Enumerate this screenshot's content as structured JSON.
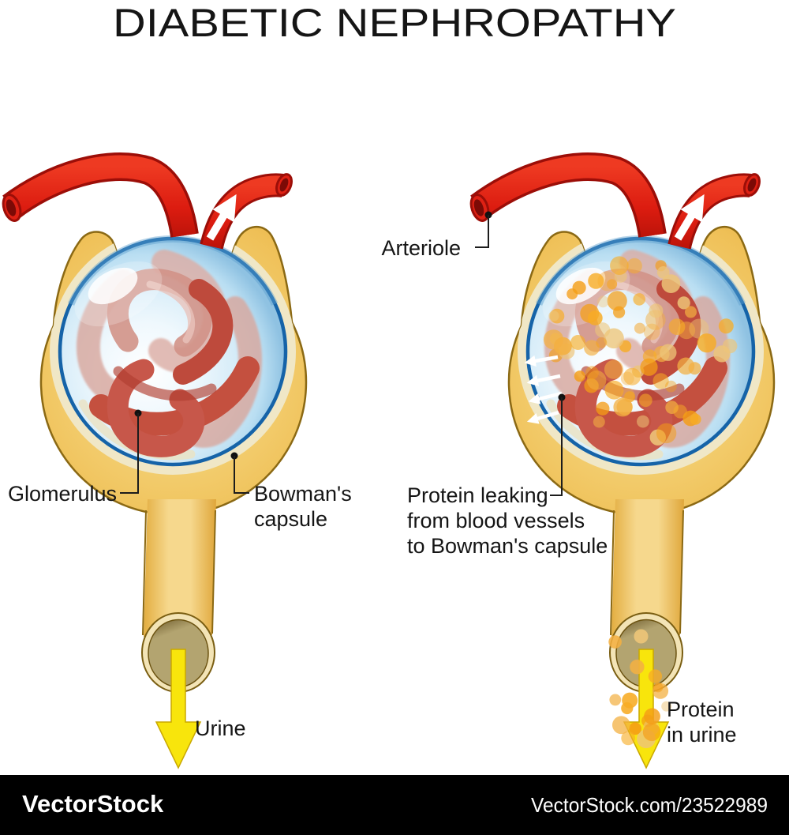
{
  "title": "DIABETIC NEPHROPATHY",
  "healthy": {
    "labels": {
      "glomerulus": "Glomerulus",
      "bowmans": [
        "Bowman's",
        "capsule"
      ],
      "urine": "Urine"
    }
  },
  "diabetic": {
    "labels": {
      "arteriole": "Arteriole",
      "protein_leaking": [
        "Protein leaking",
        "from blood vessels",
        "to Bowman's capsule"
      ],
      "protein_in_urine": [
        "Protein",
        "in urine"
      ]
    }
  },
  "watermark": {
    "logo": "VectorStock",
    "id_url": "VectorStock.com/23522989"
  },
  "colors": {
    "background": "#FFFFFF",
    "text": "#151515",
    "capsule_tan": "#F2C963",
    "capsule_outline": "#8B6914",
    "sphere_blue": "#BFE0F2",
    "sphere_outline": "#1563A8",
    "arteriole_red": "#DF2114",
    "arteriole_dark": "#9C0E08",
    "glomerulus_red": "#C4503F",
    "urine_yellow": "#F8E50C",
    "protein_orange": "#F49D15",
    "watermark_bar": "#000000",
    "watermark_text": "#FFFFFF"
  },
  "protein_dot_palette": [
    "#F49D15",
    "#F3B042",
    "#EDC578",
    "#F7AC25"
  ]
}
